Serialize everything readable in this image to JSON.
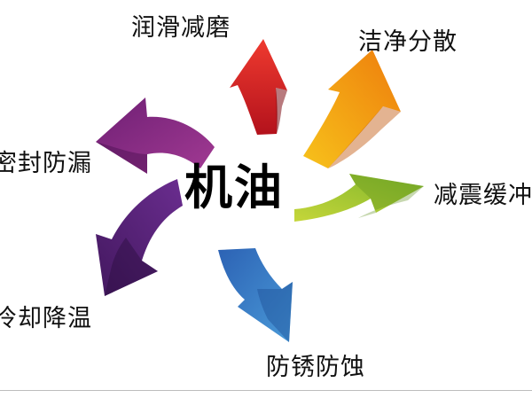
{
  "center_label": "机油",
  "functions": [
    {
      "label": "润滑减磨",
      "color": "#e5312b"
    },
    {
      "label": "洁净分散",
      "color": "#f5a10e"
    },
    {
      "label": "减震缓冲",
      "color": "#9bc42b"
    },
    {
      "label": "防锈防蚀",
      "color": "#3b78c4"
    },
    {
      "label": "冷却降温",
      "color": "#5b2580"
    },
    {
      "label": "密封防漏",
      "color": "#8e2a86"
    }
  ]
}
